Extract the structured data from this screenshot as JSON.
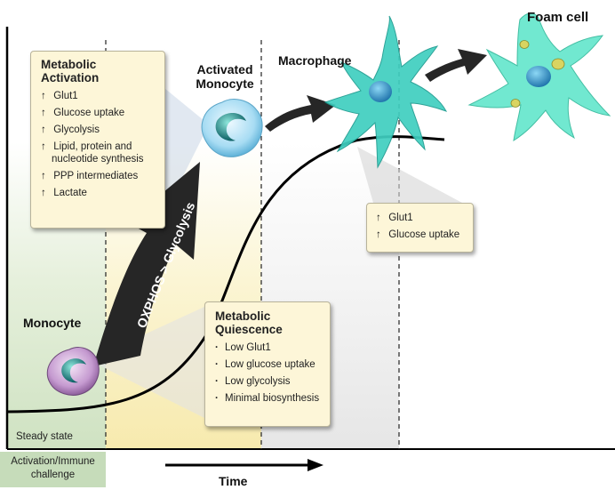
{
  "labels": {
    "activated_monocyte_line1": "Activated",
    "activated_monocyte_line2": "Monocyte",
    "macrophage": "Macrophage",
    "foam_cell": "Foam cell",
    "monocyte": "Monocyte",
    "arrow_text": "OXPHOS > Glycolysis",
    "steady_state": "Steady state",
    "activation_line1": "Activation/Immune",
    "activation_line2": "challenge",
    "time": "Time"
  },
  "activation_box": {
    "title_line1": "Metabolic",
    "title_line2": "Activation",
    "items": [
      {
        "arrow": "↑",
        "text": "Glut1"
      },
      {
        "arrow": "↑",
        "text": "Glucose uptake"
      },
      {
        "arrow": "↑",
        "text": "Glycolysis"
      },
      {
        "arrow": "↑",
        "text": "Lipid, protein and",
        "text2": "nucleotide synthesis"
      },
      {
        "arrow": "↑",
        "text": "PPP intermediates"
      },
      {
        "arrow": "↑",
        "text": "Lactate"
      }
    ]
  },
  "macrophage_box": {
    "items": [
      {
        "arrow": "↑",
        "text": "Glut1"
      },
      {
        "arrow": "↑",
        "text": "Glucose uptake"
      }
    ]
  },
  "quiescence_box": {
    "title_line1": "Metabolic",
    "title_line2": "Quiescence",
    "items": [
      {
        "arrow": "·",
        "text": "Low Glut1"
      },
      {
        "arrow": "·",
        "text": "Low glucose uptake"
      },
      {
        "arrow": "·",
        "text": "Low glycolysis"
      },
      {
        "arrow": "·",
        "text": "Minimal biosynthesis"
      }
    ]
  },
  "colors": {
    "steady_bg": "#dbe9cf",
    "activation_bg": "#fbf3c4",
    "box_fill": "#fdf6d8",
    "cell_teal": "#3fcfc0",
    "foam_teal": "#62e6cb",
    "arrow_dark": "#262626"
  }
}
